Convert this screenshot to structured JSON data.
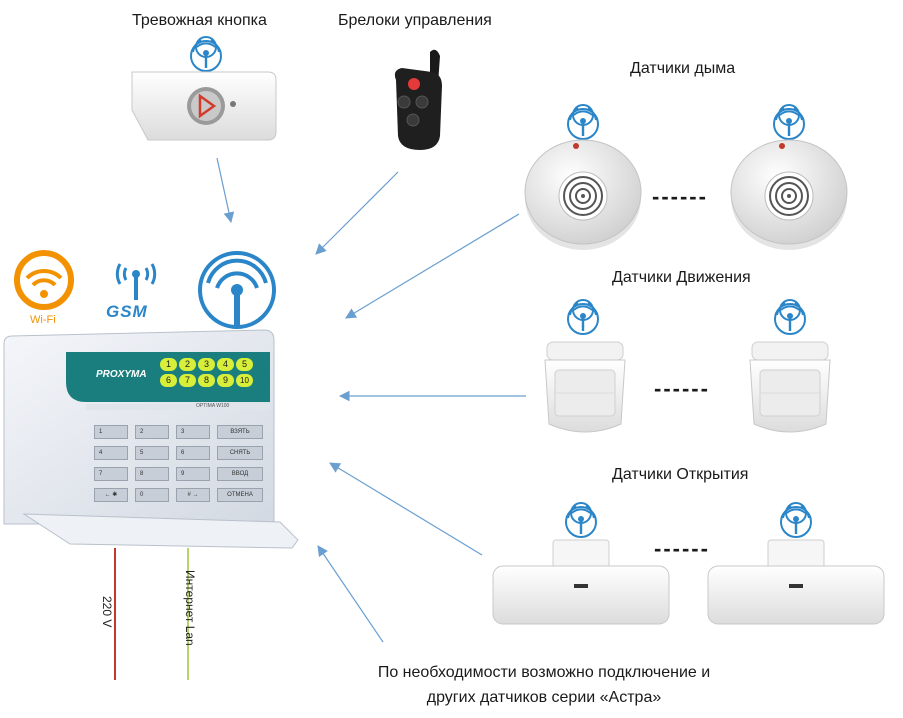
{
  "labels": {
    "panic_button": "Тревожная кнопка",
    "key_fobs": "Брелоки управления",
    "smoke": "Датчики дыма",
    "motion": "Датчики Движения",
    "opening": "Датчики Открытия",
    "note_line1": "По необходимости возможно подключение и",
    "note_line2": "других датчиков серии «Астра»",
    "wifi": "Wi-Fi",
    "gsm": "GSM",
    "power": "220 V",
    "lan": "Интернет Lan",
    "brand": "PROXYMA",
    "model": "OPTIMA W100",
    "ellipsis": "------"
  },
  "keypad": {
    "keys": [
      "1",
      "2",
      "3",
      "ВЗЯТЬ",
      "4",
      "5",
      "6",
      "СНЯТЬ",
      "7",
      "8",
      "9",
      "ВВОД",
      "← ✱",
      "0",
      "# →",
      "ОТМЕНА"
    ],
    "indicators": [
      "1",
      "2",
      "3",
      "4",
      "5",
      "6",
      "7",
      "8",
      "9",
      "10"
    ]
  },
  "colors": {
    "wifi": "#f39200",
    "radio": "#2a86c8",
    "arrow": "#6a9fd0",
    "panel_teal": "#1b7e7e",
    "indicator": "#d8ef3a",
    "power_wire": "#c0392b",
    "lan_wire": "#b7d36b"
  }
}
